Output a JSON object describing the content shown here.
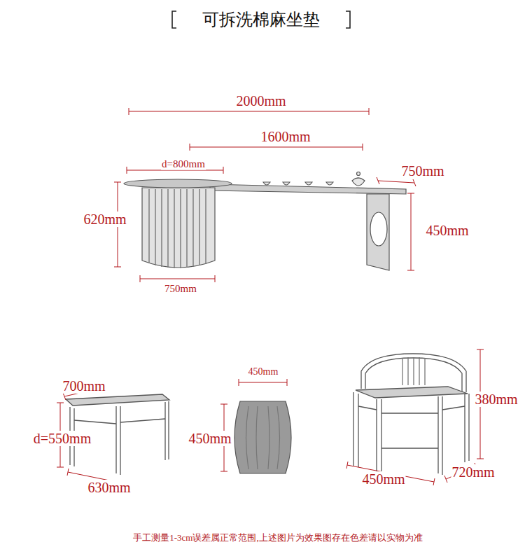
{
  "diagram": {
    "title": "可拆洗棉麻坐垫",
    "caption": "手工测量1-3cm误差属正常范围,上述图片为效果图存在色差请以实物为准",
    "labels": [
      "2000mm",
      "1600mm",
      "d=800mm",
      "750mm",
      "750mm",
      "700mm",
      "d=550mm",
      "450mm",
      "450mm",
      "380mm",
      "450mm",
      "720mm",
      "630mm",
      "620mm",
      "450mm"
    ]
  }
}
